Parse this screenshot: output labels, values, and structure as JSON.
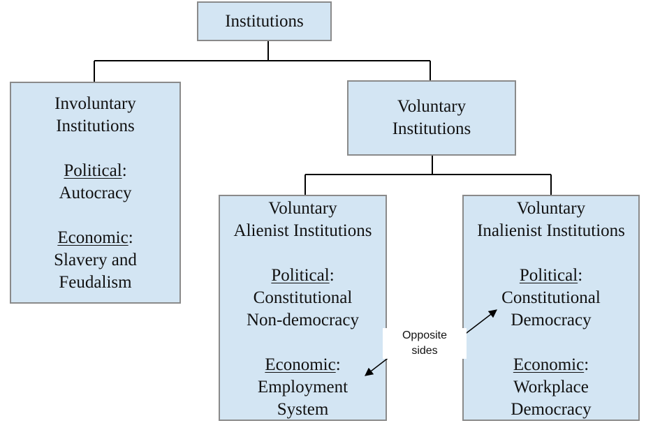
{
  "root": {
    "title": "Institutions"
  },
  "involuntary": {
    "title_line1": "Involuntary",
    "title_line2": "Institutions",
    "political_label": "Political",
    "political_value": "Autocracy",
    "economic_label": "Economic",
    "economic_value_line1": "Slavery and",
    "economic_value_line2": "Feudalism"
  },
  "voluntary": {
    "title_line1": "Voluntary",
    "title_line2": "Institutions"
  },
  "alienist": {
    "title_line1": "Voluntary",
    "title_line2": "Alienist Institutions",
    "political_label": "Political",
    "political_value_line1": "Constitutional",
    "political_value_line2": "Non-democracy",
    "economic_label": "Economic",
    "economic_value_line1": "Employment",
    "economic_value_line2": "System"
  },
  "inalienist": {
    "title_line1": "Voluntary",
    "title_line2": "Inalienist Institutions",
    "political_label": "Political",
    "political_value_line1": "Constitutional",
    "political_value_line2": "Democracy",
    "economic_label": "Economic",
    "economic_value_line1": "Workplace",
    "economic_value_line2": "Democracy"
  },
  "annotation": {
    "line1": "Opposite",
    "line2": "sides"
  },
  "colors": {
    "box_fill": "#d3e5f3",
    "box_border": "#8a8a8a",
    "connector": "#000000"
  }
}
